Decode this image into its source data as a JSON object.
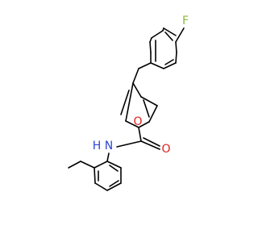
{
  "molecule": {
    "atoms": {
      "fluorine": {
        "symbol": "F",
        "color": "#8db83a"
      },
      "furan_oxygen": {
        "symbol": "O",
        "color": "#e0201b"
      },
      "carbonyl_oxygen": {
        "symbol": "O",
        "color": "#e0201b"
      },
      "amide_nitrogen": {
        "symbol": "N",
        "color": "#2b45d8"
      },
      "amide_hydrogen": {
        "symbol": "H",
        "color": "#2b45d8"
      }
    },
    "bond_color": "#000000"
  }
}
